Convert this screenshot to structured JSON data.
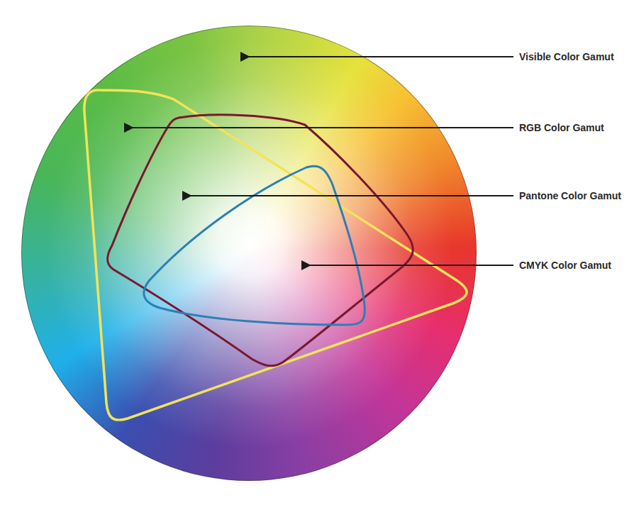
{
  "diagram": {
    "labels": [
      "Visible Color Gamut",
      "RGB Color Gamut",
      "Pantone Color Gamut",
      "CMYK Color Gamut"
    ]
  }
}
